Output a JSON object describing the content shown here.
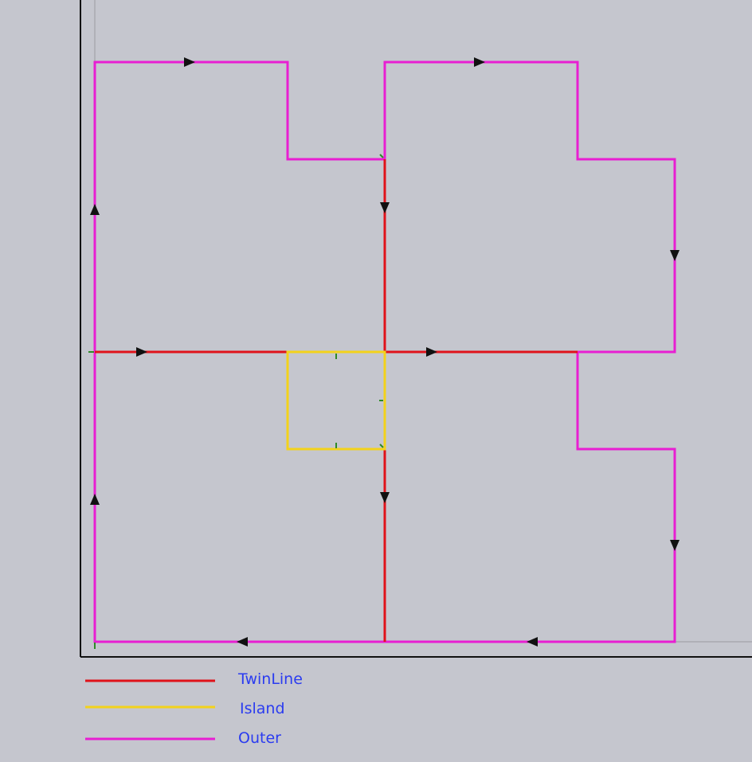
{
  "colors": {
    "background": "#c5c6ce",
    "twinline": "#e0121a",
    "island": "#f3d21b",
    "outer": "#e81ed2",
    "arrow": "#111111",
    "axis": "#111111",
    "guide": "#9a9aa0",
    "tick": "#2e8a27",
    "legend_text": "#2b3cf0"
  },
  "legend": [
    {
      "key": "twinline",
      "label": "TwinLine"
    },
    {
      "key": "island",
      "label": "Island"
    },
    {
      "key": "outer",
      "label": "Outer"
    }
  ]
}
